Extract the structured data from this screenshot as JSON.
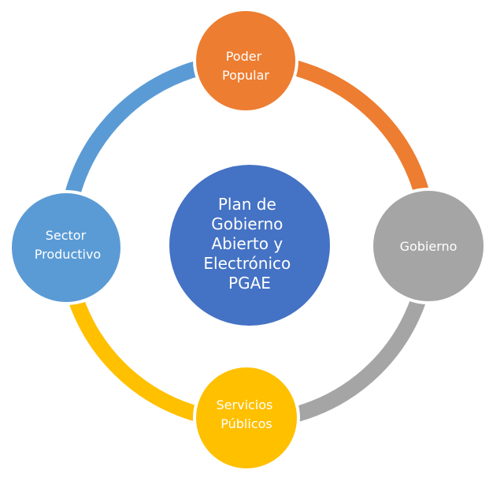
{
  "diagram": {
    "type": "cycle",
    "center": {
      "lines": [
        "Plan de",
        "Gobierno",
        "Abierto y",
        "Electrónico",
        "PGAE"
      ],
      "color": "#4472C4"
    },
    "nodes": [
      {
        "id": "poder-popular",
        "lines": [
          "Poder",
          "Popular"
        ],
        "color": "#ED7D31"
      },
      {
        "id": "gobierno",
        "lines": [
          "Gobierno"
        ],
        "color": "#A5A5A5"
      },
      {
        "id": "servicios-publicos",
        "lines": [
          "Servicios",
          "Públicos"
        ],
        "color": "#FFC000"
      },
      {
        "id": "sector-productivo",
        "lines": [
          "Sector",
          "Productivo"
        ],
        "color": "#5B9BD5"
      }
    ],
    "connectors": [
      {
        "from": "poder-popular",
        "to": "gobierno",
        "color": "#ED7D31"
      },
      {
        "from": "gobierno",
        "to": "servicios-publicos",
        "color": "#A5A5A5"
      },
      {
        "from": "servicios-publicos",
        "to": "sector-productivo",
        "color": "#FFC000"
      },
      {
        "from": "sector-productivo",
        "to": "poder-popular",
        "color": "#5B9BD5"
      }
    ]
  }
}
